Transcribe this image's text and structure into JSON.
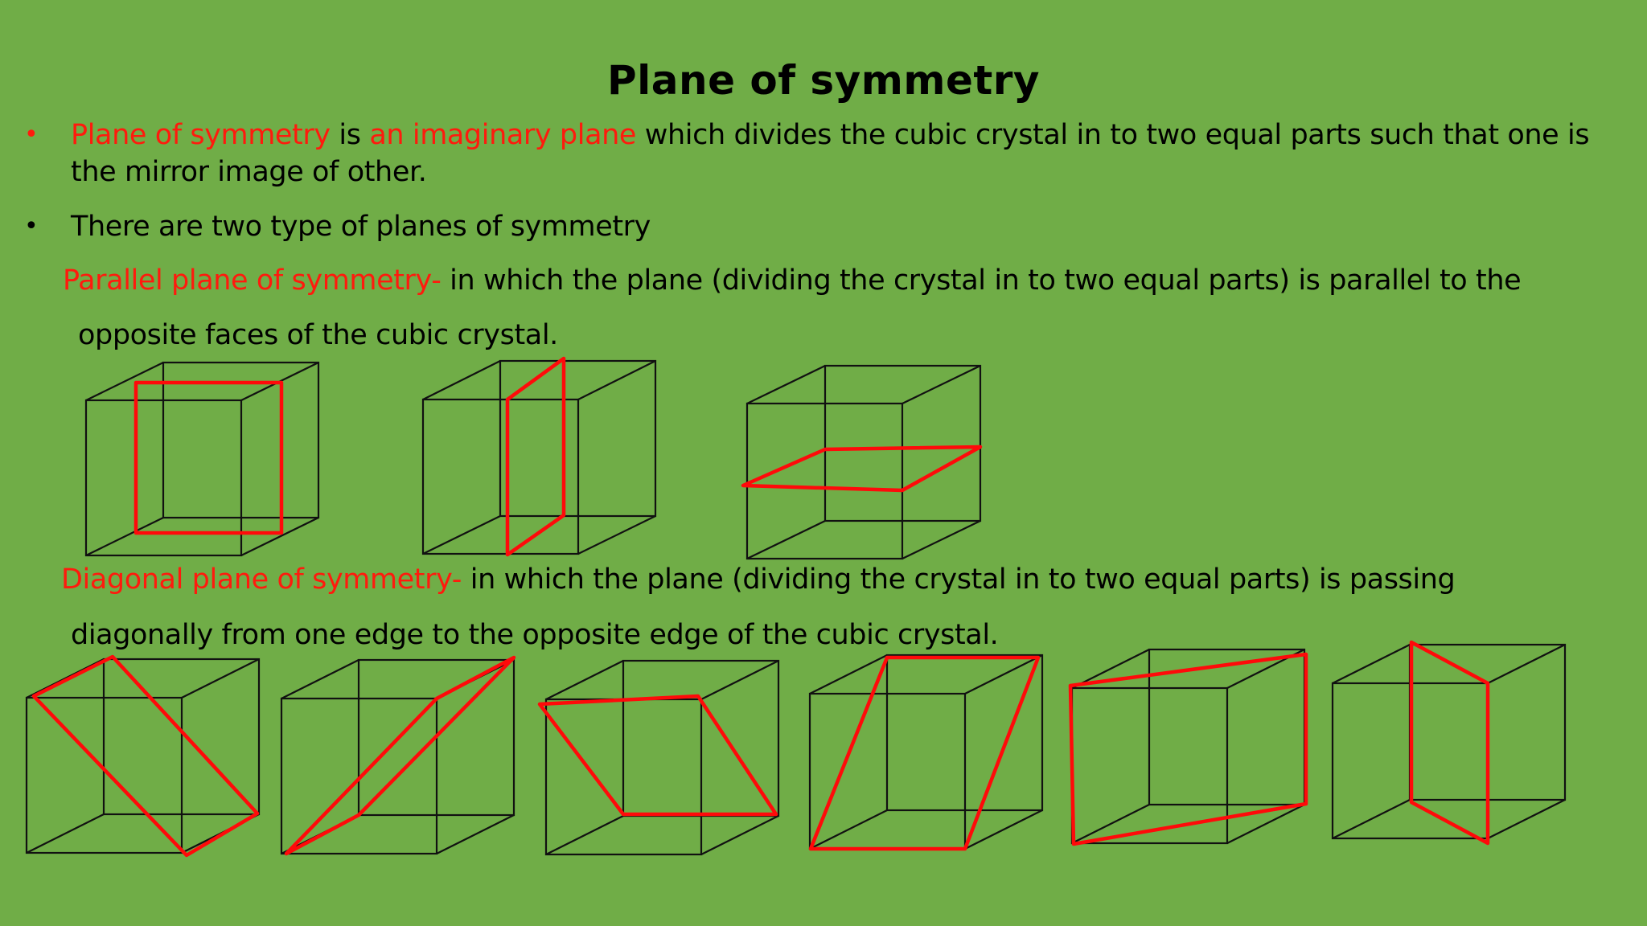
{
  "slide": {
    "title": "Plane of symmetry",
    "bullet1": {
      "part1": "Plane of symmetry",
      "part2": " is ",
      "part3": "an imaginary plane",
      "part4": " which divides the cubic crystal in to two equal parts such that one is",
      "line2": "the mirror image of other."
    },
    "bullet2": "There are two type of planes of symmetry",
    "parallel": {
      "label": "Parallel plane of symmetry-",
      "text": " in which the plane (dividing the crystal in to two equal parts) is parallel to the",
      "line2": "opposite faces of the cubic crystal."
    },
    "diagonal": {
      "label": "Diagonal plane of symmetry-",
      "text": " in which the plane (dividing the crystal in to two equal parts) is passing",
      "line2": "diagonally from one edge to the opposite edge of the cubic crystal."
    },
    "bullet_glyph": "•",
    "colors": {
      "background": "#70ad47",
      "highlight": "#ff1a0d",
      "cube_edge": "#111111",
      "plane": "#ff0a0a"
    }
  }
}
